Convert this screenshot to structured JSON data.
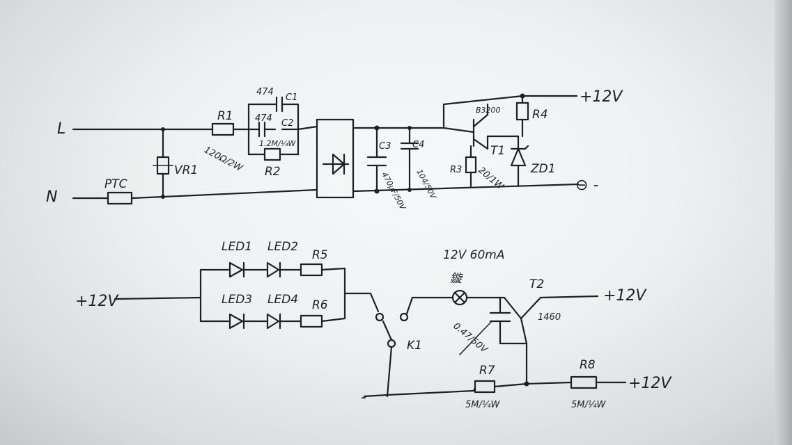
{
  "top_circuit": {
    "line_L": "L",
    "line_N": "N",
    "ptc": "PTC",
    "vr1": "VR1",
    "r1": "R1",
    "r1_value": "120Ω/2W",
    "c1": "C1",
    "c1_value": "474",
    "c2": "C2",
    "c2_value": "474",
    "r2": "R2",
    "r2_value": "1.2M/¼W",
    "c3": "C3",
    "c3_value": "470μF/50V",
    "c4": "C4",
    "c4_value": "104/50V",
    "r3": "R3",
    "r3_value": "20/1W",
    "t1_part": "B3200",
    "t1": "T1",
    "r4": "R4",
    "zd1": "ZD1",
    "out_pos": "+12V",
    "out_neg": "⊖ -"
  },
  "bottom_circuit": {
    "in_pos": "+12V",
    "in_neg": "-",
    "led1": "LED1",
    "led2": "LED2",
    "led3": "LED3",
    "led4": "LED4",
    "r5": "R5",
    "r6": "R6",
    "k1": "K1",
    "lamp_rating": "12V 60mA",
    "lamp": "鏇",
    "cap_value": "0.47/50V",
    "t2": "T2",
    "t2_part": "1460",
    "r7": "R7",
    "r7_value": "5M/¼W",
    "r8": "R8",
    "r8_value": "5M/¼W",
    "out_pos_right": "+12V",
    "out_pos_bottom": "+12V"
  }
}
